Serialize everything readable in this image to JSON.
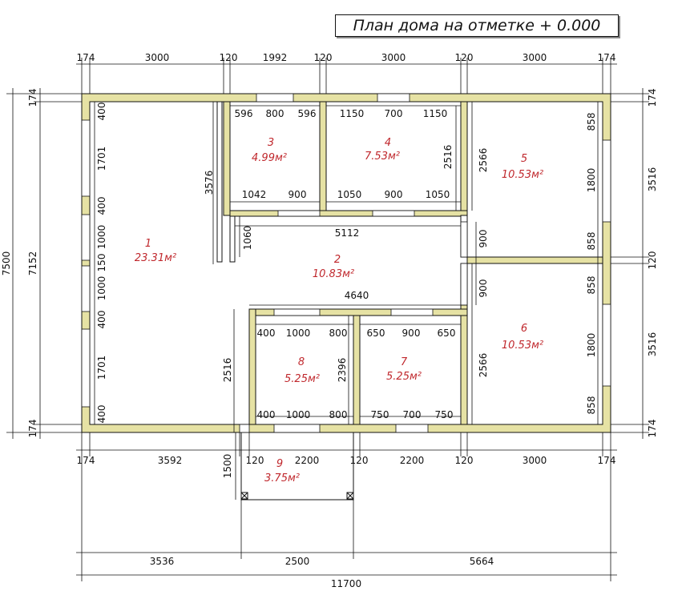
{
  "title": "План дома на отметке + 0.000",
  "colors": {
    "wall": "#e6e2a4",
    "room_text": "#c0282d",
    "line": "#111111"
  },
  "dimensions": {
    "top": [
      "174",
      "3000",
      "120",
      "1992",
      "120",
      "3000",
      "120",
      "3000",
      "174"
    ],
    "bottom_row1": [
      "174",
      "3592",
      "120",
      "2200",
      "120",
      "2200",
      "120",
      "3000",
      "174"
    ],
    "bottom_row2": [
      "3536",
      "2500",
      "5664"
    ],
    "bottom_total": "11700",
    "left_total": "7500",
    "left_inner": "7152",
    "left_wall_top": "174",
    "left_wall_bottom": "174",
    "left_segments": [
      "400",
      "1701",
      "400",
      "1000",
      "150",
      "1000",
      "400",
      "1701",
      "400"
    ],
    "right_outer": [
      "174",
      "3516",
      "120",
      "3516",
      "174"
    ],
    "right_inner": [
      "858",
      "1800",
      "858",
      "858",
      "1800",
      "858"
    ],
    "room3_top": [
      "596",
      "800",
      "596"
    ],
    "room3_bottom": [
      "1042",
      "900"
    ],
    "room4_top": [
      "1150",
      "700",
      "1150"
    ],
    "room4_bottom": [
      "1050",
      "900",
      "1050"
    ],
    "room4_height": "2516",
    "partition_3576": "3576",
    "room5_height": "2566",
    "room6_height": "2566",
    "corridor_1060": "1060",
    "corridor_5112": "5112",
    "corridor_4640": "4640",
    "door_900_top": "900",
    "door_900_bottom": "900",
    "room8_top": [
      "400",
      "1000",
      "800"
    ],
    "room8_bottom": [
      "400",
      "1000",
      "800"
    ],
    "room8_height": "2396",
    "room8_outer": "2516",
    "room7_top": [
      "650",
      "900",
      "650"
    ],
    "room7_bottom": [
      "750",
      "700",
      "750"
    ],
    "porch_depth": "1500"
  },
  "rooms": [
    {
      "num": "1",
      "area": "23.31м²"
    },
    {
      "num": "2",
      "area": "10.83м²"
    },
    {
      "num": "3",
      "area": "4.99м²"
    },
    {
      "num": "4",
      "area": "7.53м²"
    },
    {
      "num": "5",
      "area": "10.53м²"
    },
    {
      "num": "6",
      "area": "10.53м²"
    },
    {
      "num": "7",
      "area": "5.25м²"
    },
    {
      "num": "8",
      "area": "5.25м²"
    },
    {
      "num": "9",
      "area": "3.75м²"
    }
  ]
}
